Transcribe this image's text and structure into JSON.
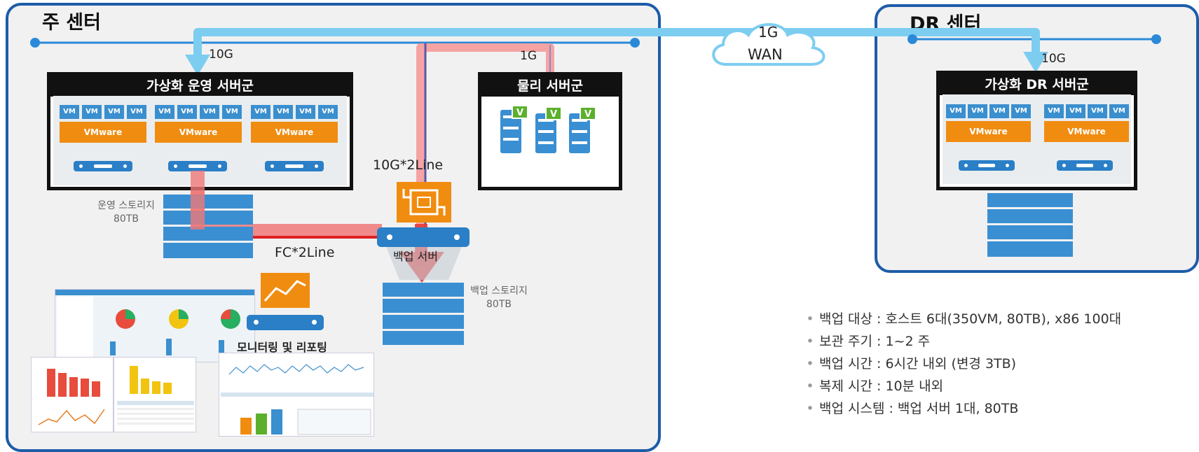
{
  "main_center": {
    "title": "주 센터",
    "virtual_group": {
      "title": "가상화 운영 서버군",
      "vm_label": "VM",
      "vmware_label": "VMware"
    },
    "physical_group": {
      "title": "물리 서버군",
      "badge": "V"
    },
    "operation_storage": {
      "line1": "운영 스토리지",
      "line2": "80TB"
    },
    "backup_server": "백업 서버",
    "backup_storage": {
      "line1": "백업 스토리지",
      "line2": "80TB"
    },
    "monitoring": "모니터링 및 리포팅",
    "links": {
      "link_10g": "10G",
      "link_1g": "1G",
      "link_10g_2line": "10G*2Line",
      "link_fc_2line": "FC*2Line"
    }
  },
  "wan": {
    "speed": "1G",
    "label": "WAN"
  },
  "dr_center": {
    "title": "DR 센터",
    "link_10g": "10G",
    "virtual_group": {
      "title": "가상화 DR 서버군",
      "vm_label": "VM",
      "vmware_label": "VMware"
    }
  },
  "summary": [
    "백업 대상 : 호스트 6대(350VM, 80TB), x86 100대",
    "보관 주기 : 1~2 주",
    "백업 시간 : 6시간 내외 (변경 3TB)",
    "복제 시간 : 10분 내외",
    "백업 시스템 : 백업 서버 1대, 80TB"
  ],
  "colors": {
    "network_line": "#2a8ad8",
    "wan_link": "#7dcdf0",
    "backup_flow": "#f05a5a",
    "vmware": "#f08c10",
    "vm": "#3a8fcf",
    "border": "#1d5ca8"
  }
}
